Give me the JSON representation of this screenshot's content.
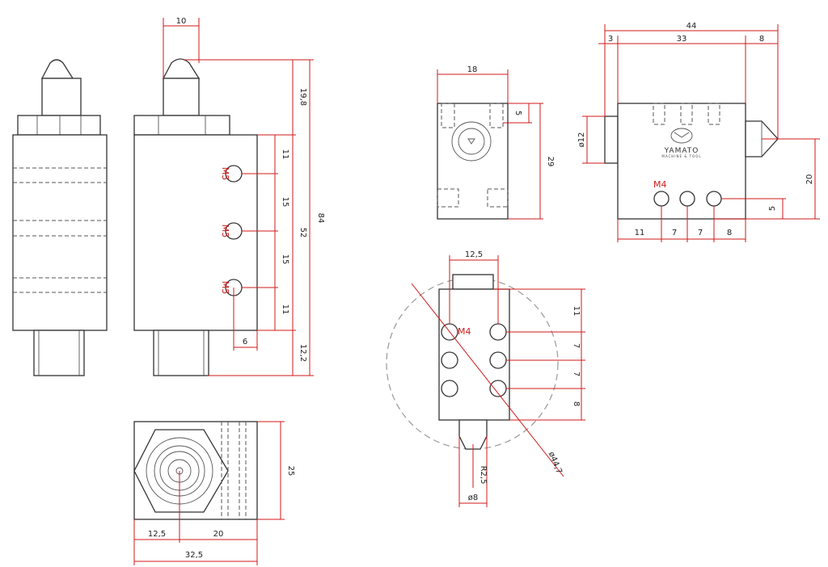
{
  "brand": {
    "logo_text": "YAMATO",
    "logo_sub": "MACHINE & TOOL"
  },
  "colors": {
    "dimension": "#d21a1a",
    "outline": "#333333",
    "hidden_line": "#555555"
  },
  "views": {
    "front": {
      "dims": {
        "tip_width": "10",
        "top_height": "19,8",
        "hole_pitch_1": "11",
        "hole_pitch_2": "15",
        "hole_pitch_3": "15",
        "hole_pitch_4": "11",
        "holes_span": "52",
        "total_height": "84",
        "bottom_height": "12,2",
        "hole_offset": "6"
      },
      "hole_label": "M5"
    },
    "bottom": {
      "dims": {
        "height": "25",
        "center_offset": "12,5",
        "right_part": "20",
        "total_width": "32,5"
      }
    },
    "side": {
      "dims": {
        "width": "18",
        "slot_depth": "5",
        "height": "29"
      }
    },
    "right": {
      "dims": {
        "total": "44",
        "left_part": "3",
        "middle_part": "33",
        "right_part": "8",
        "pin_diameter": "ø12",
        "hole_height": "20",
        "hole_from_bottom": "5",
        "pitch_a": "11",
        "pitch_b": "7",
        "pitch_c": "7",
        "pitch_d": "8"
      },
      "hole_label": "M4"
    },
    "rotated": {
      "dims": {
        "width": "12,5",
        "pitch_1": "11",
        "pitch_2": "7",
        "pitch_3": "7",
        "pitch_4": "8",
        "radius": "R2,5",
        "diameter": "ø8",
        "circle_diameter": "ø44,7"
      },
      "hole_label": "M4"
    }
  }
}
